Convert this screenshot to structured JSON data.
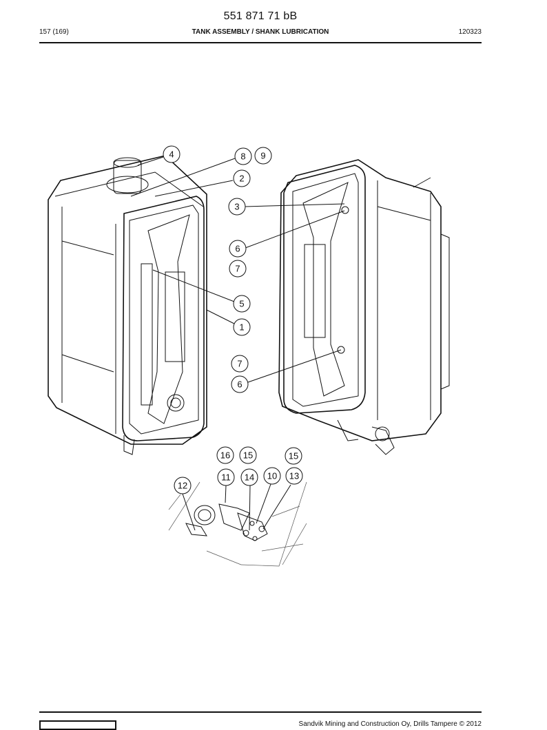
{
  "document": {
    "number": "551 871 71 bB",
    "page": "157 (169)",
    "title": "TANK ASSEMBLY / SHANK LUBRICATION",
    "code": "120323"
  },
  "footer": {
    "copyright": "Sandvik Mining and Construction Oy, Drills Tampere © 2012"
  },
  "callouts": {
    "c4": "4",
    "c8": "8",
    "c9": "9",
    "c2": "2",
    "c3": "3",
    "c6a": "6",
    "c7a": "7",
    "c5": "5",
    "c1": "1",
    "c7b": "7",
    "c6b": "6",
    "c16": "16",
    "c15a": "15",
    "c15b": "15",
    "c11": "11",
    "c14": "14",
    "c10": "10",
    "c13": "13",
    "c12": "12"
  }
}
